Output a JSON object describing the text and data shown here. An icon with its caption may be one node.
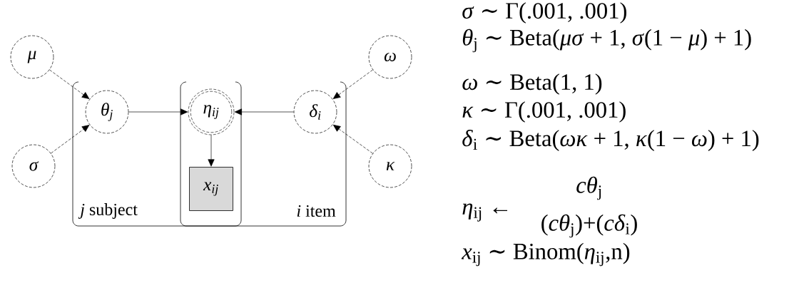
{
  "diagram": {
    "nodes": [
      {
        "text": [
          "μ"
        ]
      },
      {
        "text": [
          "σ"
        ]
      },
      {
        "text": [
          "*j* subject"
        ]
      },
      {
        "text": [
          "θ$_{j}$"
        ],
        "in": 2
      },
      {
        "text": [
          "*i* item"
        ]
      },
      {
        "text": [
          "η$_{ij}$"
        ]
      },
      {
        "text": [
          "x$_{ij}$"
        ]
      },
      {
        "text": [
          "δ$_{i}$"
        ],
        "in": 4
      },
      {
        "text": [
          "ω"
        ]
      },
      {
        "text": [
          "κ"
        ]
      }
    ],
    "edges": [
      {
        "from": 0,
        "to": 3,
        "arrow": "to",
        "style": "dashed"
      },
      {
        "from": 1,
        "to": 3,
        "arrow": "to",
        "style": "dashed"
      },
      {
        "from": 3,
        "to": 5,
        "arrow": "to"
      },
      {
        "from": 7,
        "to": 5,
        "arrow": "to"
      },
      {
        "from": 5,
        "to": 6,
        "arrow": "to"
      },
      {
        "from": 8,
        "to": 7,
        "arrow": "to",
        "style": "dashed"
      },
      {
        "from": 9,
        "to": 7,
        "arrow": "to",
        "style": "dashed"
      }
    ],
    "labels": [
      "*σ* ∼ Γ(.001, .001)",
      "*θ*$_{j}$ ∼ Beta(*μσ* + 1, *σ*(1 − *μ*) + 1)",
      "*ω* ∼ Beta(1, 1)",
      "*κ* ∼ Γ(.001, .001)",
      "*δ*$_{i}$ ∼ Beta(*ωκ* + 1, *κ*(1 − *ω*) + 1)",
      "*cθ*$_{j}$",
      "*η*$_{ij}$ ←",
      "(*cθ*$_{j}$)+(*cδ*$_{i}$)",
      "*x*$_{ij}$ ∼ Binom(*η*$_{ij}$,n)"
    ]
  }
}
